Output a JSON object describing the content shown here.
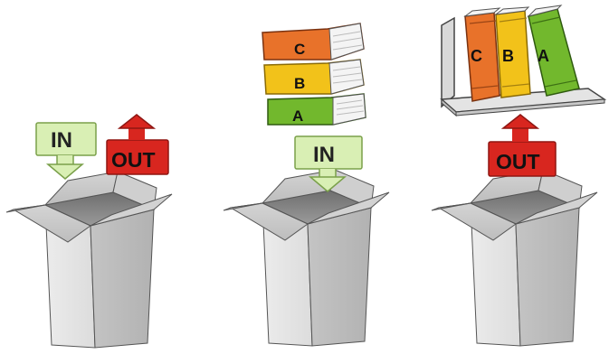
{
  "labels": {
    "in": "IN",
    "out": "OUT"
  },
  "books": [
    {
      "letter": "C",
      "color": "#e8722a"
    },
    {
      "letter": "B",
      "color": "#f2c21a"
    },
    {
      "letter": "A",
      "color": "#72b82d"
    }
  ],
  "shelf_books": [
    {
      "letter": "C",
      "color": "#e8722a"
    },
    {
      "letter": "B",
      "color": "#f2c21a"
    },
    {
      "letter": "A",
      "color": "#72b82d"
    }
  ],
  "colors": {
    "in_fill": "#d9efb4",
    "out_fill": "#d8261f",
    "box_fill": "#e9e9e9",
    "box_shadow": "#c8c8c8",
    "box_inner": "#8f8f8f"
  }
}
